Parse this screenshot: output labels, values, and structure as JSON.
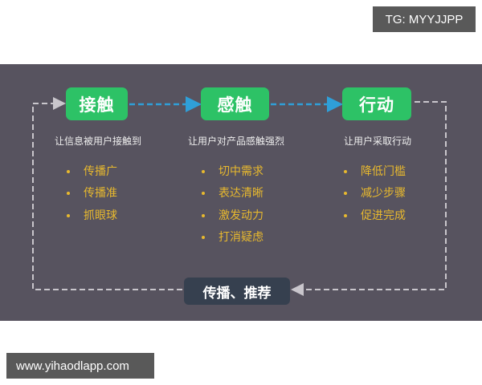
{
  "watermarks": {
    "top_right": "TG: MYYJJPP",
    "bottom_left": "www.yihaodlapp.com"
  },
  "colors": {
    "panel_bg": "#57535f",
    "stage_green": "#2dc266",
    "bullet_text": "#e8b92e",
    "forward_arrow": "#2f9fd8",
    "loop_dash": "#c9c6cc",
    "loop_box": "#36404f"
  },
  "diagram": {
    "stages": [
      {
        "title": "接触",
        "description": "让信息被用户接触到",
        "points": [
          "传播广",
          "传播准",
          "抓眼球"
        ]
      },
      {
        "title": "感触",
        "description": "让用户对产品感触强烈",
        "points": [
          "切中需求",
          "表达清晰",
          "激发动力",
          "打消疑虑"
        ]
      },
      {
        "title": "行动",
        "description": "让用户采取行动",
        "points": [
          "降低门槛",
          "减少步骤",
          "促进完成"
        ]
      }
    ],
    "loop_label": "传播、推荐",
    "edges": [
      {
        "from": "接触",
        "to": "感触",
        "style": "dashed-blue-arrow"
      },
      {
        "from": "感触",
        "to": "行动",
        "style": "dashed-blue-arrow"
      },
      {
        "from": "行动",
        "to": "传播、推荐",
        "style": "dashed-gray-arrow"
      },
      {
        "from": "传播、推荐",
        "to": "接触",
        "style": "dashed-gray-arrow"
      }
    ]
  }
}
